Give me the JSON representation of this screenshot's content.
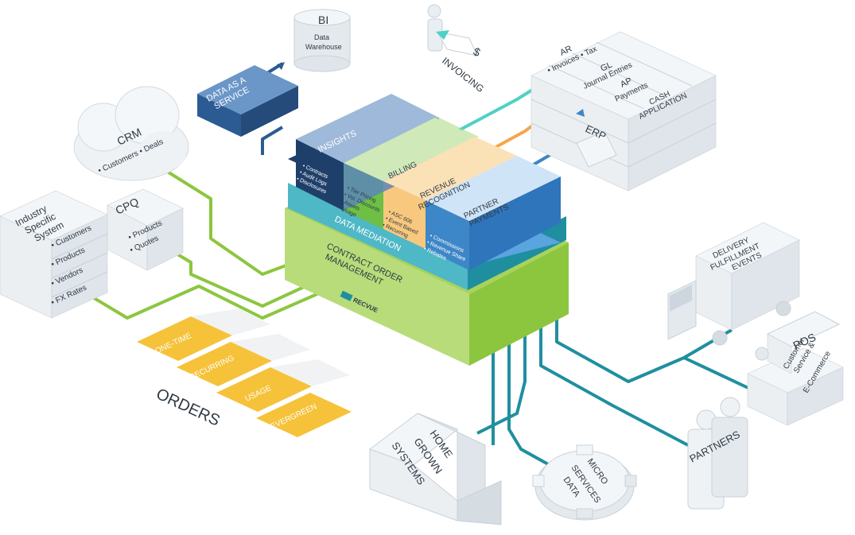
{
  "colors": {
    "green": "#8cc63f",
    "teal": "#1f8fa0",
    "blue": "#3d86c8",
    "navy": "#2c5b93",
    "orange": "#f6a64a",
    "gold": "#f5c23a",
    "cyan_arrow": "#4fd1c5"
  },
  "center": {
    "insights": {
      "label": "INSIGHTS",
      "bullets": [
        "• Contracts",
        "• Audit Logs",
        "• Disclosures"
      ]
    },
    "billing": {
      "label": "BILLING",
      "bullets": [
        "• Tier Pricing",
        "• Vol. Discounts",
        "• Assets",
        "• Usage"
      ]
    },
    "revrec": {
      "line1": "REVENUE",
      "line2": "RECOGNITION",
      "bullets": [
        "• ASC 606",
        "• Event Based",
        "• Recurring"
      ]
    },
    "partner_payments": {
      "line1": "PARTNER",
      "line2": "PAYMENTS",
      "bullets": [
        "• Commissions",
        "• Revenue Share",
        "• Rebates"
      ]
    },
    "data_mediation": "DATA MEDIATION",
    "com": {
      "line1": "CONTRACT ORDER",
      "line2": "MANAGEMENT"
    },
    "logo": "RECVUE"
  },
  "bi": {
    "title": "BI",
    "line1": "Data",
    "line2": "Warehouse"
  },
  "daas": {
    "line1": "DATA AS A",
    "line2": "SERVICE"
  },
  "crm": {
    "title": "CRM",
    "items": "• Customers • Deals"
  },
  "cpq": {
    "title": "CPQ",
    "items": [
      "• Products",
      "• Quotes"
    ]
  },
  "industry": {
    "title_lines": [
      "Industry",
      "Specific",
      "System"
    ],
    "items": [
      "• Customers",
      "• Products",
      "• Vendors",
      "• FX Rates"
    ]
  },
  "orders": {
    "title": "ORDERS",
    "items": [
      "ONE-TIME",
      "RECURRING",
      "USAGE",
      "EVERGREEN"
    ]
  },
  "invoicing": {
    "label": "INVOICING",
    "symbol": "$"
  },
  "erp": {
    "label": "ERP",
    "ar": {
      "title": "AR",
      "items": "• Invoices • Tax"
    },
    "gl": {
      "title": "GL",
      "items": "Journal Entries"
    },
    "ap": {
      "title": "AP",
      "items": "Payments"
    },
    "cash": {
      "line1": "CASH",
      "line2": "APPLICATION"
    }
  },
  "delivery": {
    "lines": [
      "DELIVERY",
      "FULFILLMENT",
      "EVENTS"
    ]
  },
  "pos": {
    "title": "POS",
    "lines": [
      "Customer",
      "Service &",
      "E-Commerce"
    ]
  },
  "partners": {
    "label": "PARTNERS"
  },
  "homegrown": {
    "lines": [
      "HOME",
      "GROWN",
      "SYSTEMS"
    ]
  },
  "micro": {
    "lines": [
      "MICRO",
      "SERVICES",
      "DATA"
    ]
  }
}
